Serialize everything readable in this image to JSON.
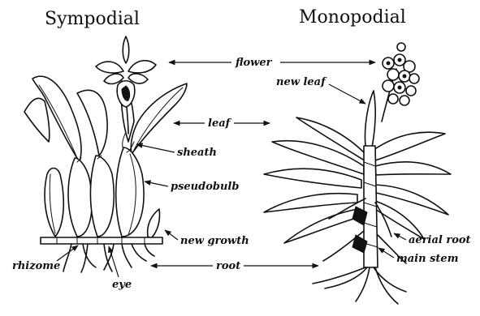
{
  "titles": {
    "sympodial": "Sympodial",
    "monopodial": "Monopodial"
  },
  "labels": {
    "flower": "flower",
    "leaf": "leaf",
    "new_leaf": "new leaf",
    "sheath": "sheath",
    "pseudobulb": "pseudobulb",
    "new_growth": "new growth",
    "rhizome": "rhizome",
    "eye": "eye",
    "root": "root",
    "aerial_root": "aerial root",
    "main_stem": "main stem"
  }
}
